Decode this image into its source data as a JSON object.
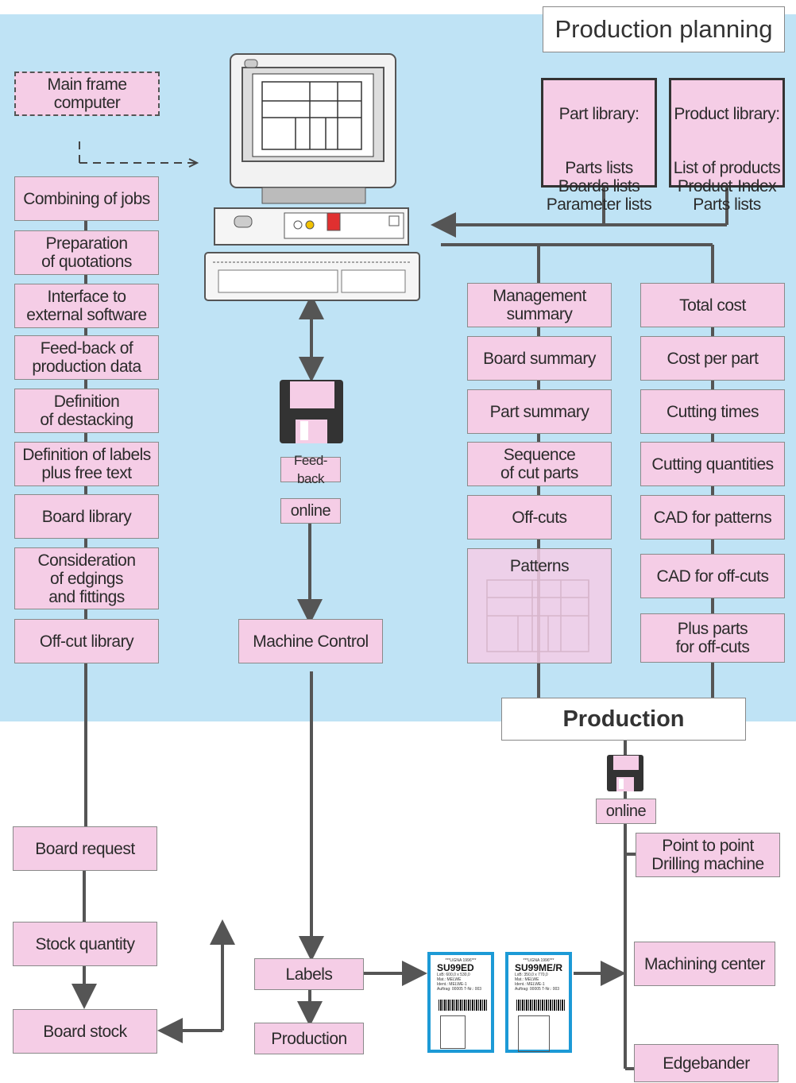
{
  "headers": {
    "production_planning": "Production planning",
    "production": "Production"
  },
  "mainframe": "Main frame computer",
  "libraries": {
    "part": {
      "title": "Part library:",
      "body": "Parts lists\nBoards lists\nParameter lists"
    },
    "product": {
      "title": "Product library:",
      "body": "List of products\nProduct-Index\nParts lists"
    }
  },
  "left_column": [
    "Combining of jobs",
    "Preparation\nof quotations",
    "Interface to\nexternal software",
    "Feed-back of\nproduction data",
    "Definition\nof destacking",
    "Definition of labels\nplus free text",
    "Board library",
    "Consideration\nof edgings\nand fittings",
    "Off-cut library"
  ],
  "middle": {
    "feedback": "Feed-back",
    "online": "online",
    "machine_control": "Machine Control"
  },
  "summaries": [
    "Management\nsummary",
    "Board summary",
    "Part summary",
    "Sequence\nof cut parts",
    "Off-cuts",
    "Patterns"
  ],
  "costs": [
    "Total cost",
    "Cost per part",
    "Cutting times",
    "Cutting quantities",
    "CAD for patterns",
    "CAD for off-cuts",
    "Plus parts\nfor off-cuts"
  ],
  "bottom": {
    "board_request": "Board request",
    "stock_quantity": "Stock quantity",
    "board_stock": "Board stock",
    "labels": "Labels",
    "production": "Production",
    "online": "online",
    "drilling": "Point to point\nDrilling machine",
    "machining": "Machining center",
    "edgebander": "Edgebander"
  },
  "label_cards": [
    {
      "header": "***LIGNA 1996***",
      "code": "SU99ED",
      "meta": "LxB: 600,0 x 530,0\nMat.: MELWE\nIdent.: MELWE-1\nAuftrag: 00005 T-Nr.: 003"
    },
    {
      "header": "***LIGNA 1996***",
      "code": "SU99ME/R",
      "meta": "LxB: 350,0 x 770,0\nMat.: MELWE\nIdent.: MELWE-1\nAuftrag: 00005 T-Nr.: 003"
    }
  ],
  "colors": {
    "background_blue": "#bfe3f5",
    "box_pink": "#f5cde6",
    "label_blue": "#1c9ad6",
    "connector": "#555555"
  }
}
